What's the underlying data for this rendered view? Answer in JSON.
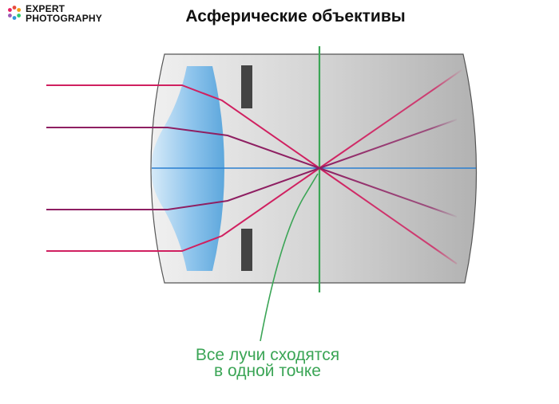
{
  "logo": {
    "line1": "EXPERT",
    "line2": "PHOTOGRAPHY"
  },
  "title": "Асферические объективы",
  "caption": {
    "line1": "Все лучи сходятся",
    "line2": "в одной точке"
  },
  "colors": {
    "ray_red": "#d02060",
    "ray_purple": "#8e1f62",
    "axis": "#2a7fd0",
    "focal_plane": "#3ba556",
    "aperture": "#444444",
    "lens_light": "#d6eaf8",
    "lens_dark": "#6aaee0"
  }
}
